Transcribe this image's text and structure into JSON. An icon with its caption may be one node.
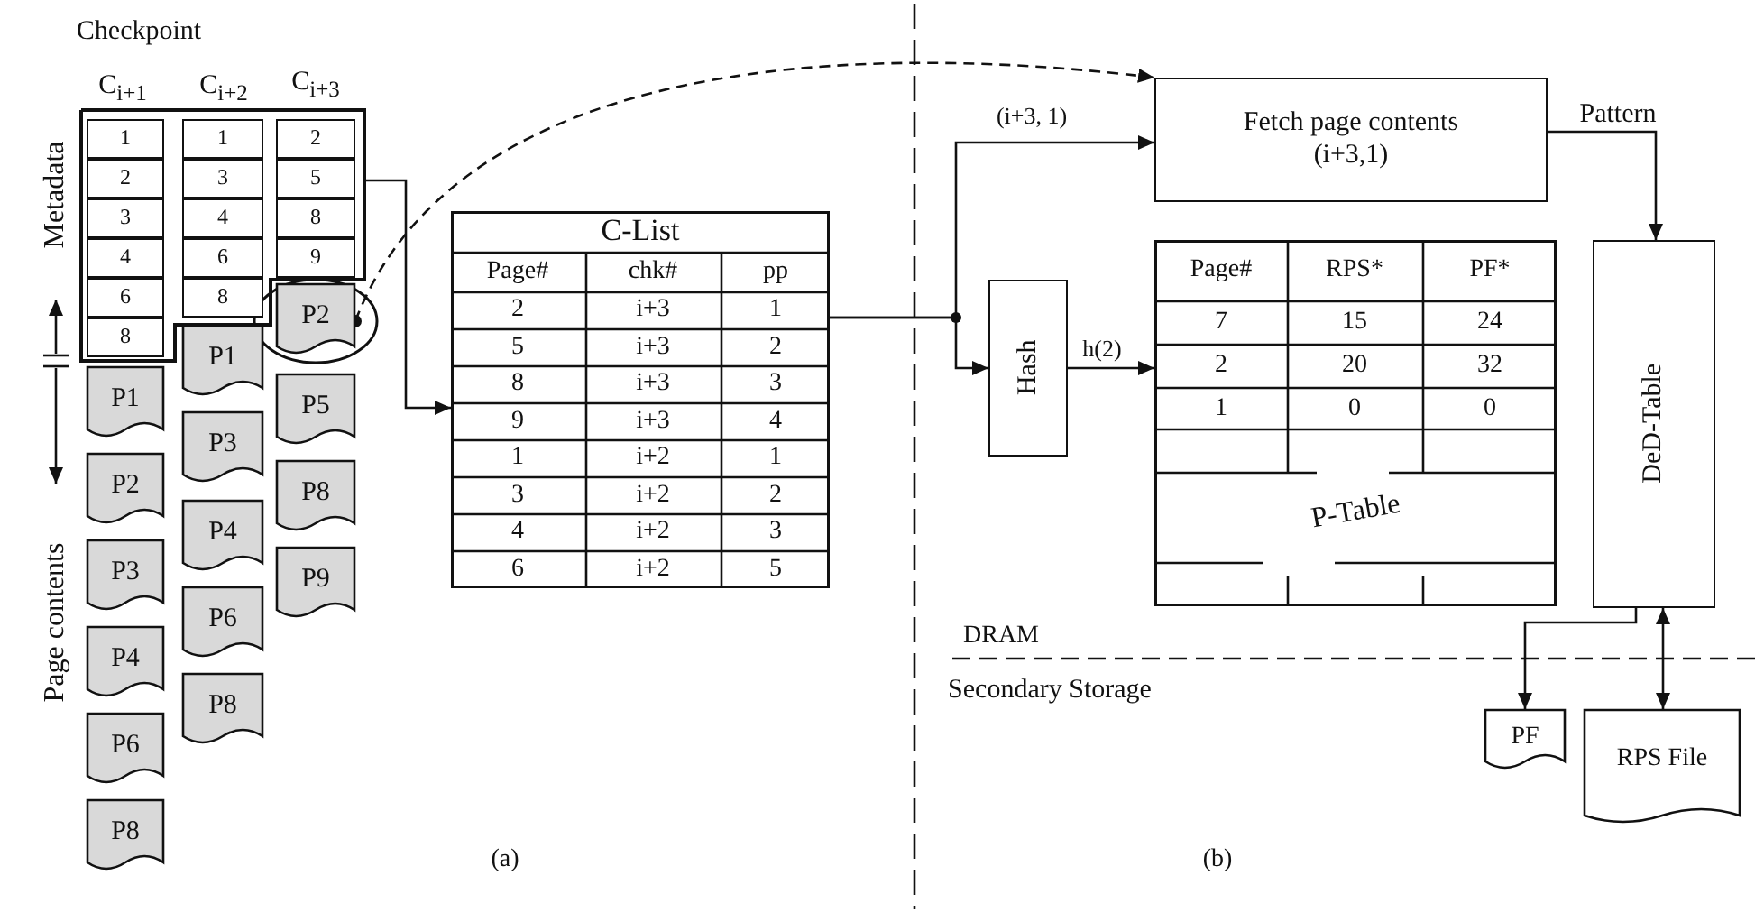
{
  "diagram": {
    "nodes": [
      {
        "text": [],
        "shape": "box"
      },
      {
        "text": [
          "1"
        ],
        "in": 0
      },
      {
        "text": [
          "2"
        ],
        "in": 0
      },
      {
        "text": [
          "3"
        ],
        "in": 0
      },
      {
        "text": [
          "4"
        ],
        "in": 0
      },
      {
        "text": [
          "6"
        ],
        "in": 0
      },
      {
        "text": [
          "8"
        ],
        "in": 0
      },
      {
        "text": [
          "1"
        ],
        "in": 0
      },
      {
        "text": [
          "3"
        ],
        "in": 0
      },
      {
        "text": [
          "4"
        ],
        "in": 0
      },
      {
        "text": [
          "6"
        ],
        "in": 0
      },
      {
        "text": [
          "8"
        ],
        "in": 0
      },
      {
        "text": [
          "2"
        ],
        "in": 0
      },
      {
        "text": [
          "5"
        ],
        "in": 0
      },
      {
        "text": [
          "8"
        ],
        "in": 0
      },
      {
        "text": [
          "9"
        ],
        "in": 0
      },
      {
        "text": [
          "P1"
        ]
      },
      {
        "text": [
          "P2"
        ]
      },
      {
        "text": [
          "P3"
        ]
      },
      {
        "text": [
          "P4"
        ]
      },
      {
        "text": [
          "P6"
        ]
      },
      {
        "text": [
          "P8"
        ]
      },
      {
        "text": [
          "P1"
        ]
      },
      {
        "text": [
          "P3"
        ]
      },
      {
        "text": [
          "P4"
        ]
      },
      {
        "text": [
          "P6"
        ]
      },
      {
        "text": [
          "P8"
        ]
      },
      {
        "text": [
          "P2"
        ]
      },
      {
        "text": [
          "P5"
        ]
      },
      {
        "text": [
          "P8"
        ]
      },
      {
        "text": [
          "P9"
        ]
      },
      {
        "text": [
          "C-List"
        ]
      },
      {
        "text": [
          "Fetch page contents (i+3,1)"
        ]
      },
      {
        "text": [
          "Hash"
        ]
      },
      {
        "text": [
          "P-Table"
        ]
      },
      {
        "text": [
          "DeD-Table"
        ]
      },
      {
        "text": [
          "PF"
        ]
      },
      {
        "text": [
          "RPS File"
        ]
      }
    ],
    "edges": [
      {
        "from": 0,
        "to": 31,
        "arrow": "to"
      },
      {
        "from": 27,
        "to": 32,
        "arrow": "to",
        "style": "dashed"
      },
      {
        "from": 31,
        "to": 32,
        "arrow": "to",
        "label": "(i+3, 1)"
      },
      {
        "from": 31,
        "to": 33,
        "arrow": "to"
      },
      {
        "from": 33,
        "to": 34,
        "arrow": "to",
        "label": "h(2)"
      },
      {
        "from": 32,
        "to": 35,
        "arrow": "to",
        "label": "Pattern"
      },
      {
        "from": 35,
        "to": 36,
        "arrow": "to"
      },
      {
        "from": 35,
        "to": 37,
        "arrow": "both"
      }
    ],
    "labels": [
      "Checkpoint",
      "C$_{i+1}$",
      "C$_{i+2}$",
      "C$_{i+3}$",
      "Metadata",
      "Page contents",
      "Page#",
      "chk#",
      "pp",
      "2",
      "i+3",
      "1",
      "5",
      "i+3",
      "2",
      "8",
      "i+3",
      "3",
      "9",
      "i+3",
      "4",
      "1",
      "i+2",
      "1",
      "3",
      "i+2",
      "2",
      "4",
      "i+2",
      "3",
      "6",
      "i+2",
      "5",
      "Page#",
      "RPS*",
      "PF*",
      "7",
      "15",
      "24",
      "2",
      "20",
      "32",
      "1",
      "0",
      "0",
      "DRAM",
      "Secondary Storage",
      "(a)",
      "(b)"
    ]
  }
}
